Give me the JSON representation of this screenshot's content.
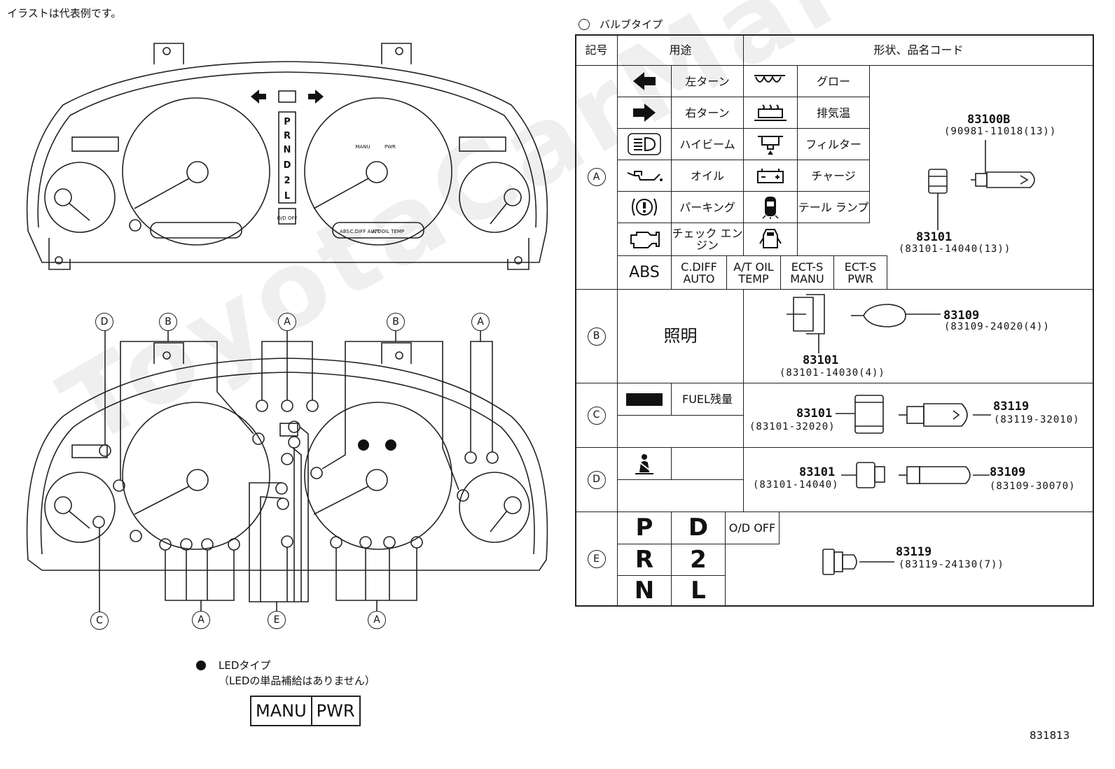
{
  "top_note": "イラストは代表例です。",
  "bulb_legend": "バルブタイプ",
  "led_legend": {
    "title": "LEDタイプ",
    "sub": "（LEDの単品補給はありません）",
    "cells": [
      "MANU",
      "PWR"
    ]
  },
  "figure_number": "831813",
  "watermark": "ToyotaCarMarket.ru",
  "table": {
    "headers": [
      "記号",
      "用途",
      "形状、品名コード"
    ],
    "groups": [
      {
        "symbol": "A",
        "uses_left": [
          {
            "icon": "left-turn-icon",
            "label": "左ターン"
          },
          {
            "icon": "right-turn-icon",
            "label": "右ターン"
          },
          {
            "icon": "high-beam-icon",
            "label": "ハイビーム"
          },
          {
            "icon": "oil-icon",
            "label": "オイル"
          },
          {
            "icon": "parking-brake-icon",
            "label": "パーキング"
          },
          {
            "icon": "check-engine-icon",
            "label": "チェック エンジン"
          }
        ],
        "uses_right": [
          {
            "icon": "glow-icon",
            "label": "グロー"
          },
          {
            "icon": "exhaust-temp-icon",
            "label": "排気温"
          },
          {
            "icon": "filter-icon",
            "label": "フィルター"
          },
          {
            "icon": "charge-icon",
            "label": "チャージ"
          },
          {
            "icon": "tail-lamp-icon",
            "label": "テール ランプ"
          },
          {
            "icon": "door-open-icon",
            "label": ""
          }
        ],
        "bottom_row": [
          "ABS",
          "C.DIFF AUTO",
          "A/T OIL TEMP",
          "ECT-S MANU",
          "ECT-S PWR"
        ],
        "parts": [
          {
            "number": "83100B",
            "code": "(90981-11018(13))"
          },
          {
            "number": "83101",
            "code": "(83101-14040(13))"
          }
        ]
      },
      {
        "symbol": "B",
        "use": "照明",
        "parts": [
          {
            "number": "83109",
            "code": "(83109-24020(4))"
          },
          {
            "number": "83101",
            "code": "(83101-14030(4))"
          }
        ]
      },
      {
        "symbol": "C",
        "use": "FUEL残量",
        "parts": [
          {
            "number": "83101",
            "code": "(83101-32020)"
          },
          {
            "number": "83119",
            "code": "(83119-32010)"
          }
        ]
      },
      {
        "symbol": "D",
        "use_icon": "seatbelt-icon",
        "parts": [
          {
            "number": "83101",
            "code": "(83101-14040)"
          },
          {
            "number": "83109",
            "code": "(83109-30070)"
          }
        ]
      },
      {
        "symbol": "E",
        "shift": [
          "P",
          "D",
          "R",
          "2",
          "N",
          "L"
        ],
        "extra": "O/D OFF",
        "parts": [
          {
            "number": "83119",
            "code": "(83119-24130(7))"
          }
        ]
      }
    ]
  },
  "diagram": {
    "gear_letters": [
      "P",
      "R",
      "N",
      "D",
      "2",
      "L"
    ],
    "od_off": "O/D OFF",
    "tacho_labels": [
      "MANU",
      "PWR"
    ],
    "lower_labels": [
      "ABS",
      "C.DIFF AUTO",
      "A/T OIL TEMP"
    ],
    "callouts_top": [
      "D",
      "B",
      "A",
      "B",
      "A"
    ],
    "callouts_bottom": [
      "C",
      "A",
      "E",
      "A"
    ]
  }
}
